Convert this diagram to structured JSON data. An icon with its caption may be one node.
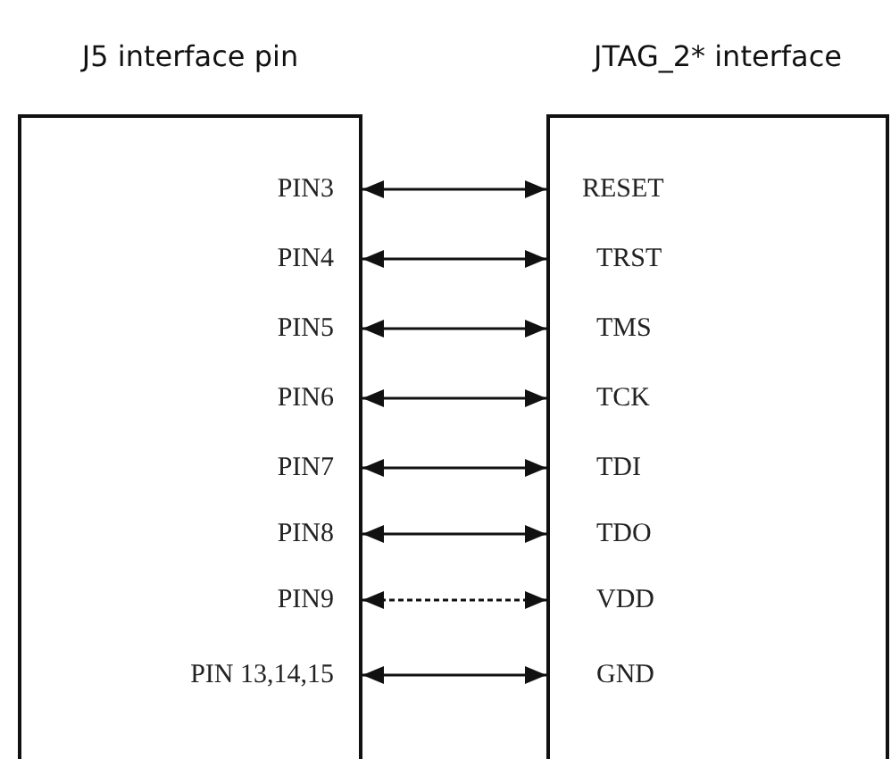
{
  "diagram": {
    "nodes": [
      {
        "text": [
          "J5 interface pin"
        ]
      },
      {
        "text": [
          "PIN3"
        ],
        "in": 0
      },
      {
        "text": [
          "PIN4"
        ],
        "in": 0
      },
      {
        "text": [
          "PIN5"
        ],
        "in": 0
      },
      {
        "text": [
          "PIN6"
        ],
        "in": 0
      },
      {
        "text": [
          "PIN7"
        ],
        "in": 0
      },
      {
        "text": [
          "PIN8"
        ],
        "in": 0
      },
      {
        "text": [
          "PIN9"
        ],
        "in": 0
      },
      {
        "text": [
          "PIN 13,14,15"
        ],
        "in": 0
      },
      {
        "text": [
          "JTAG_2* interface"
        ]
      },
      {
        "text": [
          "RESET"
        ],
        "in": 9
      },
      {
        "text": [
          "TRST"
        ],
        "in": 9
      },
      {
        "text": [
          "TMS"
        ],
        "in": 9
      },
      {
        "text": [
          "TCK"
        ],
        "in": 9
      },
      {
        "text": [
          "TDI"
        ],
        "in": 9
      },
      {
        "text": [
          "TDO"
        ],
        "in": 9
      },
      {
        "text": [
          "VDD"
        ],
        "in": 9
      },
      {
        "text": [
          "GND"
        ],
        "in": 9
      }
    ],
    "edges": [
      {
        "from": 1,
        "to": 10,
        "arrow": "both"
      },
      {
        "from": 2,
        "to": 11,
        "arrow": "both"
      },
      {
        "from": 3,
        "to": 12,
        "arrow": "both"
      },
      {
        "from": 4,
        "to": 13,
        "arrow": "both"
      },
      {
        "from": 5,
        "to": 14,
        "arrow": "both"
      },
      {
        "from": 6,
        "to": 15,
        "arrow": "both"
      },
      {
        "from": 7,
        "to": 16,
        "arrow": "both",
        "style": "dashed"
      },
      {
        "from": 8,
        "to": 17,
        "arrow": "both"
      }
    ]
  }
}
